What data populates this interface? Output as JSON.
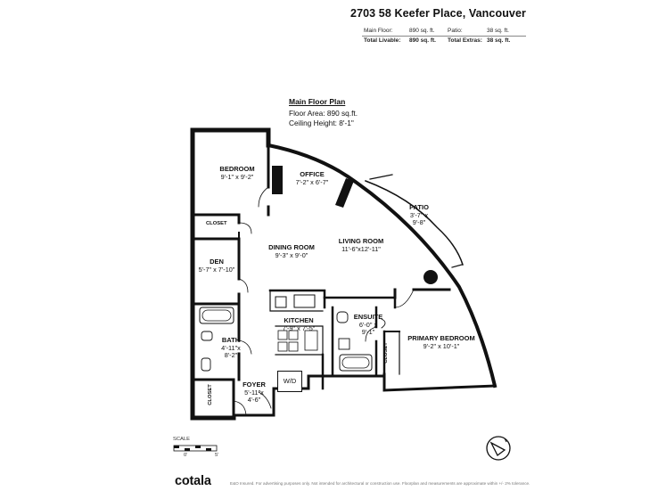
{
  "header": {
    "address": "2703 58 Keefer Place, Vancouver",
    "main_floor_label": "Main Floor:",
    "main_floor_value": "890 sq. ft.",
    "patio_label": "Patio:",
    "patio_value": "38 sq. ft.",
    "total_livable_label": "Total Livable:",
    "total_livable_value": "890 sq. ft.",
    "total_extras_label": "Total Extras:",
    "total_extras_value": "38 sq. ft."
  },
  "plan": {
    "title": "Main Floor Plan",
    "floor_area": "Floor Area: 890 sq.ft.",
    "ceiling_height": "Ceiling Height: 8'-1\""
  },
  "rooms": {
    "bedroom": {
      "name": "BEDROOM",
      "dims": "9'-1\" x 9'-2\""
    },
    "office": {
      "name": "OFFICE",
      "dims": "7'-2\" x 6'-7\""
    },
    "patio": {
      "name": "PATIO",
      "dims_1": "3'-7\" x",
      "dims_2": "9'-8\""
    },
    "dining": {
      "name": "DINING ROOM",
      "dims": "9'-3\" x 9'-0\""
    },
    "living": {
      "name": "LIVING ROOM",
      "dims": "11'-6\"x12'-11\""
    },
    "den": {
      "name": "DEN",
      "dims": "5'-7\" x 7'-10\""
    },
    "kitchen": {
      "name": "KITCHEN",
      "dims": "7'-9\" x 7'-5\""
    },
    "ensuite": {
      "name": "ENSUITE",
      "dims_1": "6'-0\" x",
      "dims_2": "9'-1\""
    },
    "primary": {
      "name": "PRIMARY BEDROOM",
      "dims": "9'-2\" x 10'-1\""
    },
    "bath": {
      "name": "BATH",
      "dims_1": "4'-11\"x",
      "dims_2": "8'-2\""
    },
    "foyer": {
      "name": "FOYER",
      "dims_1": "5'-11\"x",
      "dims_2": "4'-6\""
    }
  },
  "closets": {
    "bedroom_closet": "CLOSET",
    "primary_closet": "CLOSET",
    "foyer_closet": "CLOSET"
  },
  "appliance": {
    "washer_dryer": "W/D"
  },
  "scale": {
    "label": "SCALE",
    "start": "0'",
    "end": "5'"
  },
  "branding": {
    "logo": "cotala",
    "disclaimer": "E&O Insured. For advertising purposes only. Not intended for architectural or construction use. Floorplan and measurements are approximate within +/- 2% tolerance."
  },
  "compass": {
    "icon": "north-arrow-icon"
  }
}
